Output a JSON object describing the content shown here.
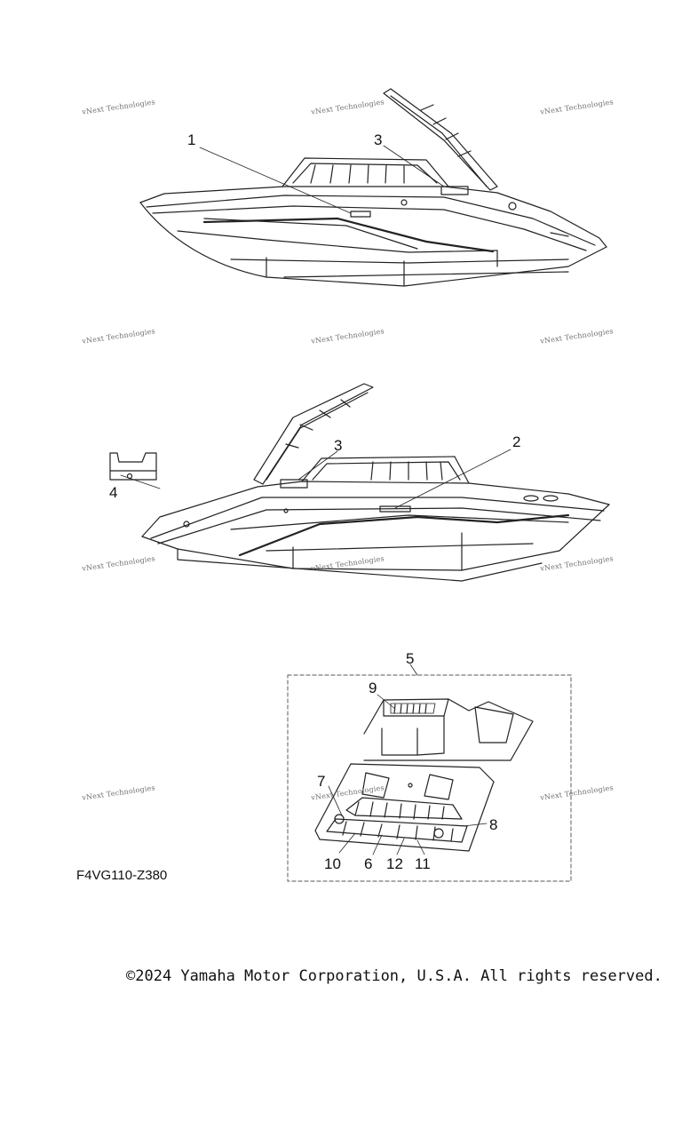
{
  "watermark": {
    "text": "vNext Technologies"
  },
  "callouts": {
    "c1": "1",
    "c2": "2",
    "c3a": "3",
    "c3b": "3",
    "c4": "4",
    "c5": "5",
    "c6": "6",
    "c7": "7",
    "c8": "8",
    "c9": "9",
    "c10": "10",
    "c11": "11",
    "c12": "12"
  },
  "figure_code": "F4VG110-Z380",
  "copyright": "©2024 Yamaha Motor Corporation, U.S.A. All rights reserved."
}
